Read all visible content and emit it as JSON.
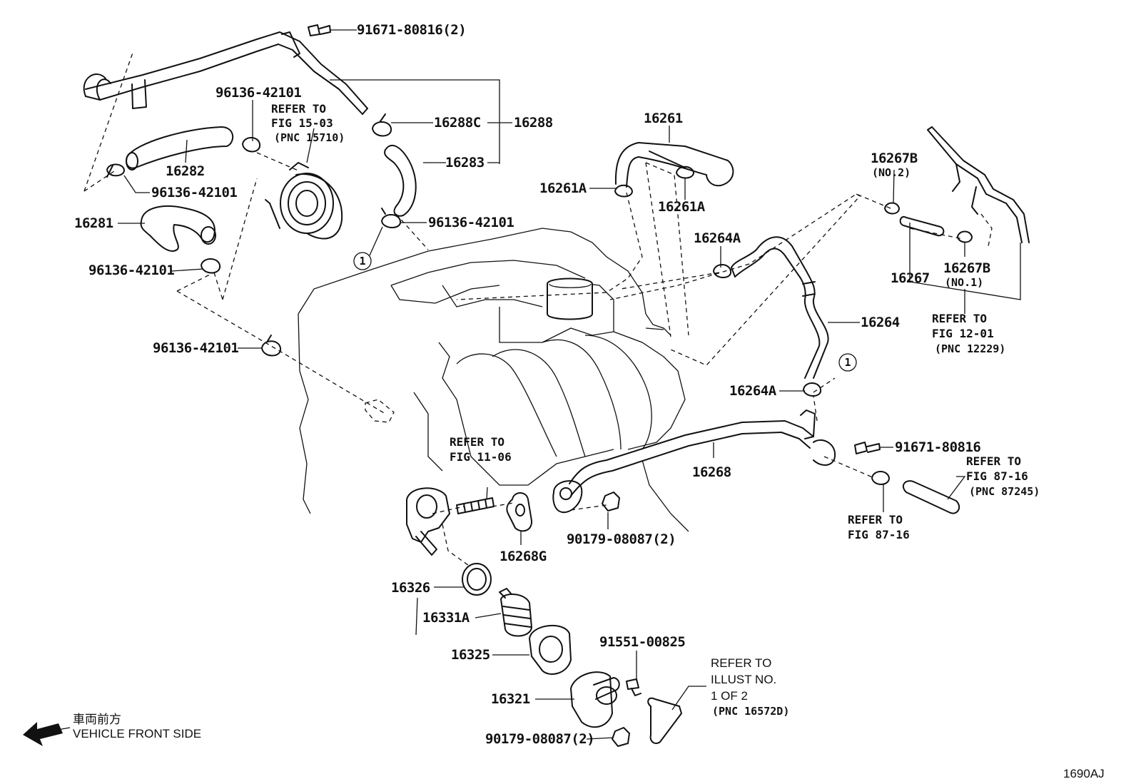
{
  "diagram": {
    "id_label": "1690AJ",
    "direction": {
      "jp": "車両前方",
      "en": "VEHICLE FRONT SIDE"
    },
    "parts": {
      "p91671_2": "91671-80816(2)",
      "p96136_top": "96136-42101",
      "p16288c": "16288C",
      "p16288": "16288",
      "p16282": "16282",
      "p96136_a": "96136-42101",
      "p16283": "16283",
      "p16281": "16281",
      "p96136_b": "96136-42101",
      "p96136_c": "96136-42101",
      "p96136_d": "96136-42101",
      "p16261": "16261",
      "p16261a_1": "16261A",
      "p16261a_2": "16261A",
      "p16264a_1": "16264A",
      "p16264": "16264",
      "p16264a_2": "16264A",
      "p16267b_1": "16267B",
      "p16267b_1_note": "(NO.2)",
      "p16267": "16267",
      "p16267b_2": "16267B",
      "p16267b_2_note": "(NO.1)",
      "p91671": "91671-80816",
      "p16268": "16268",
      "p16268g": "16268G",
      "p90179_1": "90179-08087(2)",
      "p16326": "16326",
      "p16331a": "16331A",
      "p16325": "16325",
      "p16321": "16321",
      "p91551": "91551-00825",
      "p90179_2": "90179-08087(2)",
      "circle1": "1",
      "circle2": "1"
    },
    "refs": {
      "r1": [
        "REFER TO",
        "FIG 15-03",
        "(PNC 15710)"
      ],
      "r2": [
        "REFER TO",
        "FIG 12-01",
        "(PNC 12229)"
      ],
      "r3": [
        "REFER TO",
        "FIG 11-06"
      ],
      "r4": [
        "REFER TO",
        "FIG 87-16",
        "(PNC 87245)"
      ],
      "r5": [
        "REFER TO",
        "FIG 87-16"
      ],
      "r6": [
        "REFER TO",
        "ILLUST NO.",
        "1 OF 2",
        "(PNC 16572D)"
      ]
    }
  }
}
